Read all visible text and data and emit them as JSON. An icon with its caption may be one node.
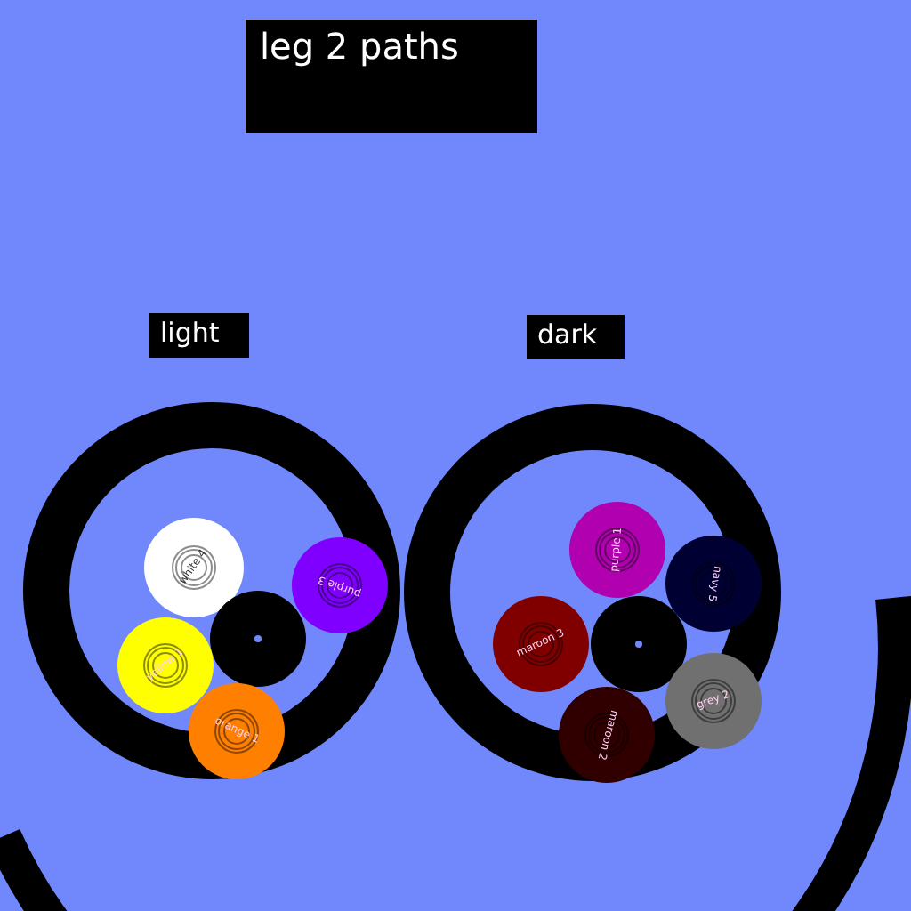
{
  "diagram": {
    "title": "leg 2 paths",
    "nodes": [
      {
        "text": [
          "light"
        ]
      },
      {
        "text": [
          "white 4"
        ],
        "in": 0
      },
      {
        "text": [
          "purple 3"
        ],
        "in": 0
      },
      {
        "text": [],
        "shape": "circle",
        "in": 0
      },
      {
        "text": [
          "yellow 1"
        ],
        "in": 0
      },
      {
        "text": [
          "orange 1"
        ],
        "in": 0
      },
      {
        "text": [
          "dark"
        ]
      },
      {
        "text": [
          "purple 1"
        ],
        "in": 6
      },
      {
        "text": [
          "navy 5"
        ],
        "in": 6
      },
      {
        "text": [
          "maroon 3"
        ],
        "in": 6
      },
      {
        "text": [],
        "shape": "circle",
        "in": 6
      },
      {
        "text": [
          "grey 2"
        ],
        "in": 6
      },
      {
        "text": [
          "maroon 2"
        ],
        "in": 6
      }
    ]
  }
}
